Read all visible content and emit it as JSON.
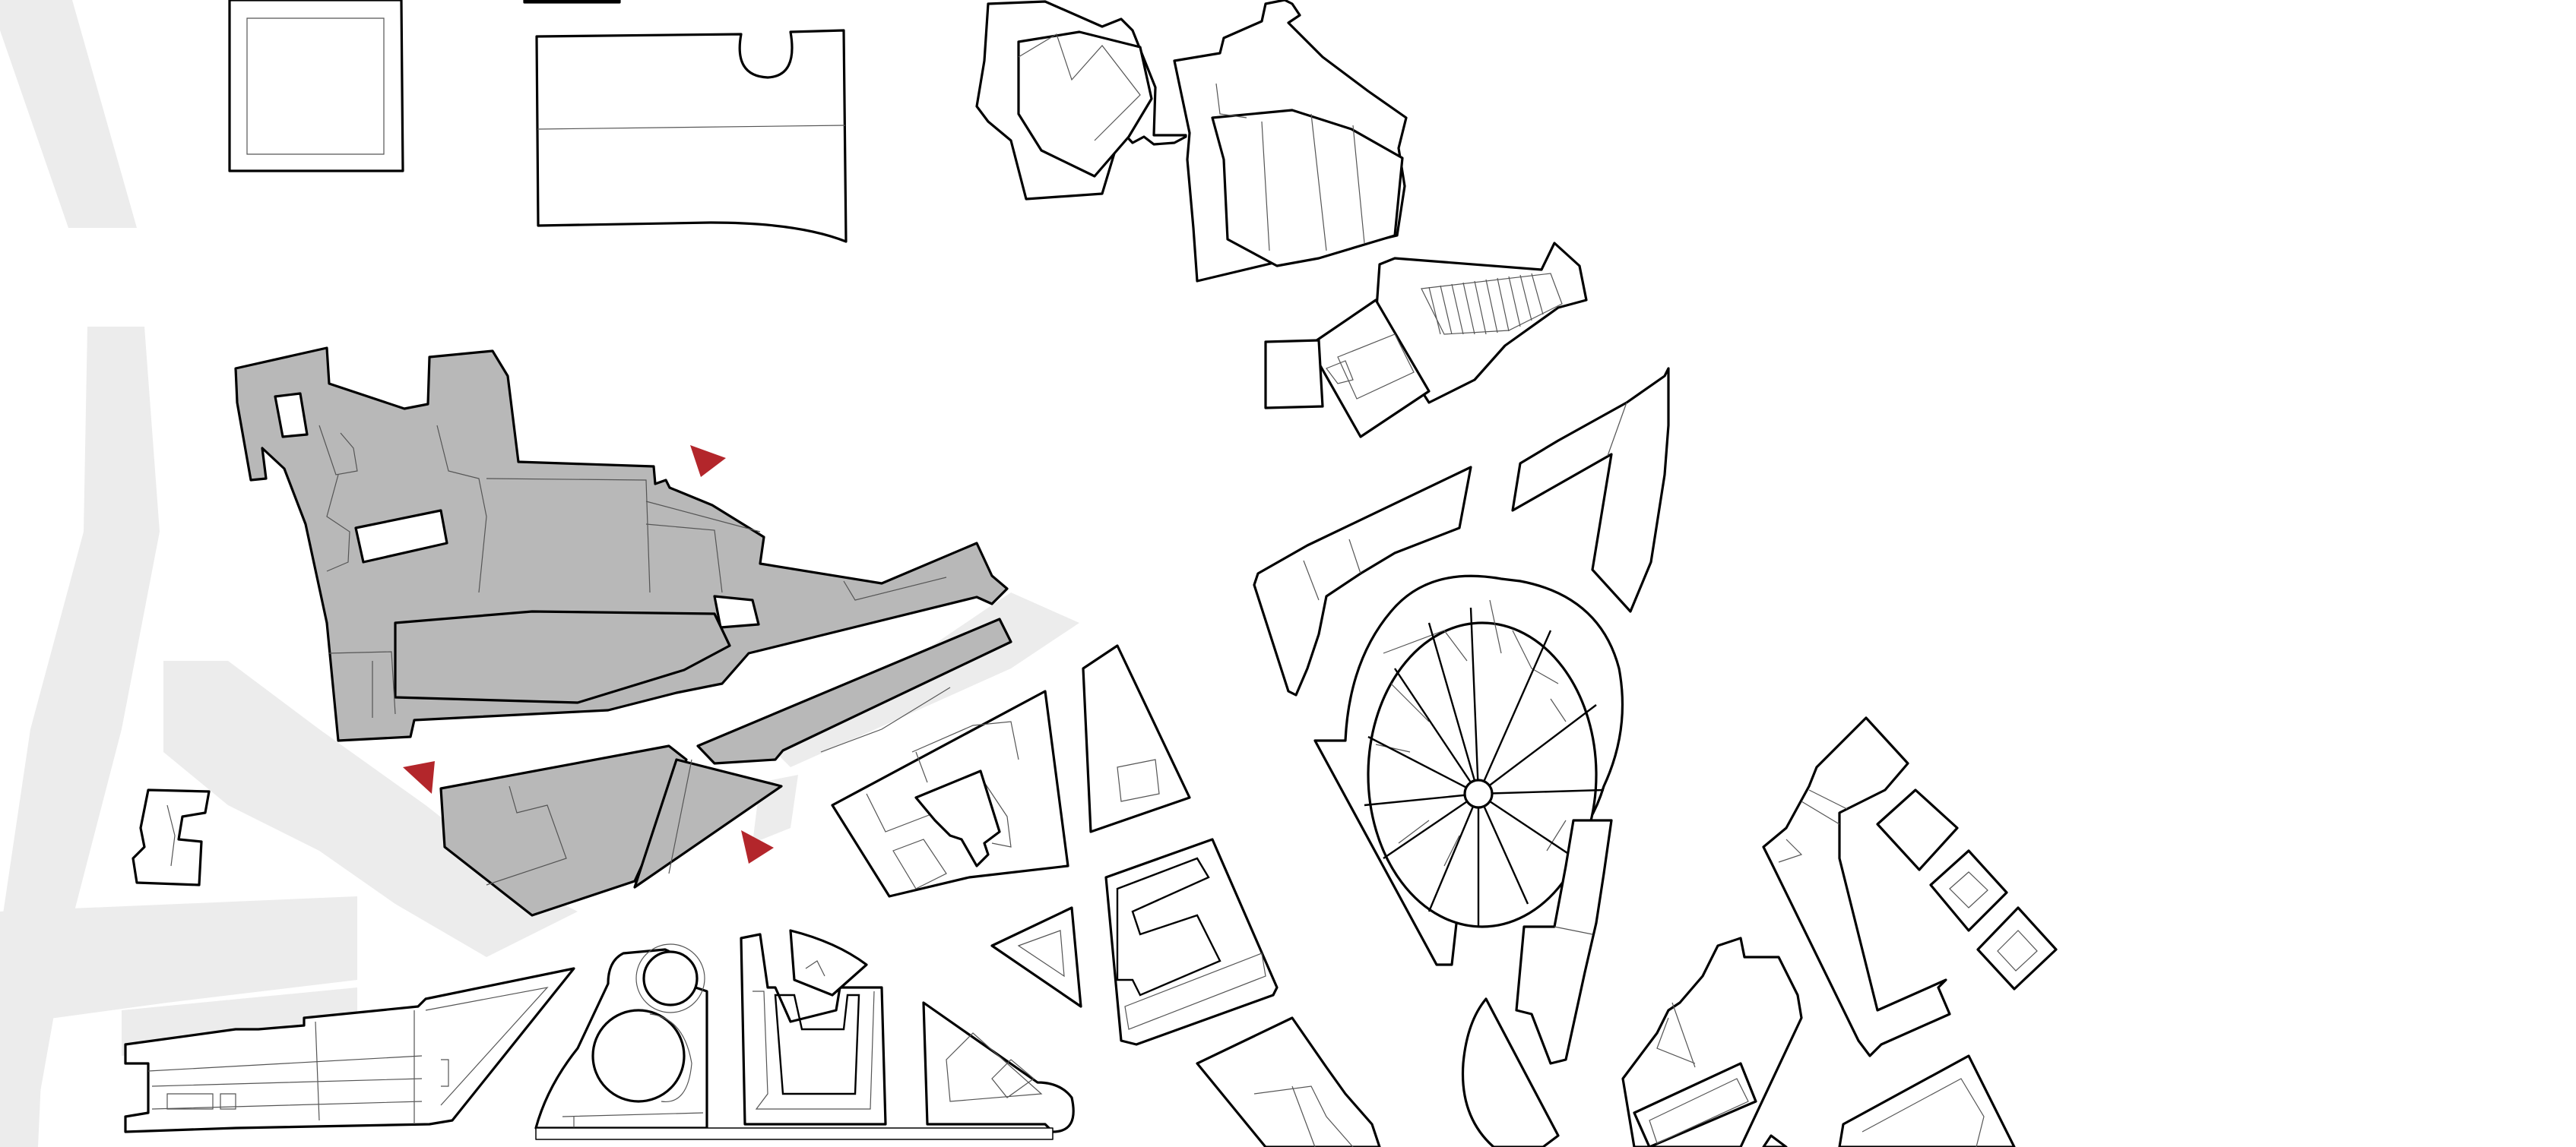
{
  "map": {
    "style": "site figure-ground plan",
    "colors": {
      "background": "#ffffff",
      "street": "#ececec",
      "building_outline": "#000000",
      "site_fill": "#b8b8b8",
      "marker": "#b3262b"
    },
    "markers": [
      {
        "id": "entrance-marker-north",
        "icon": "triangle-pointer-icon"
      },
      {
        "id": "entrance-marker-west",
        "icon": "triangle-pointer-icon"
      },
      {
        "id": "entrance-marker-south",
        "icon": "triangle-pointer-icon"
      }
    ]
  }
}
